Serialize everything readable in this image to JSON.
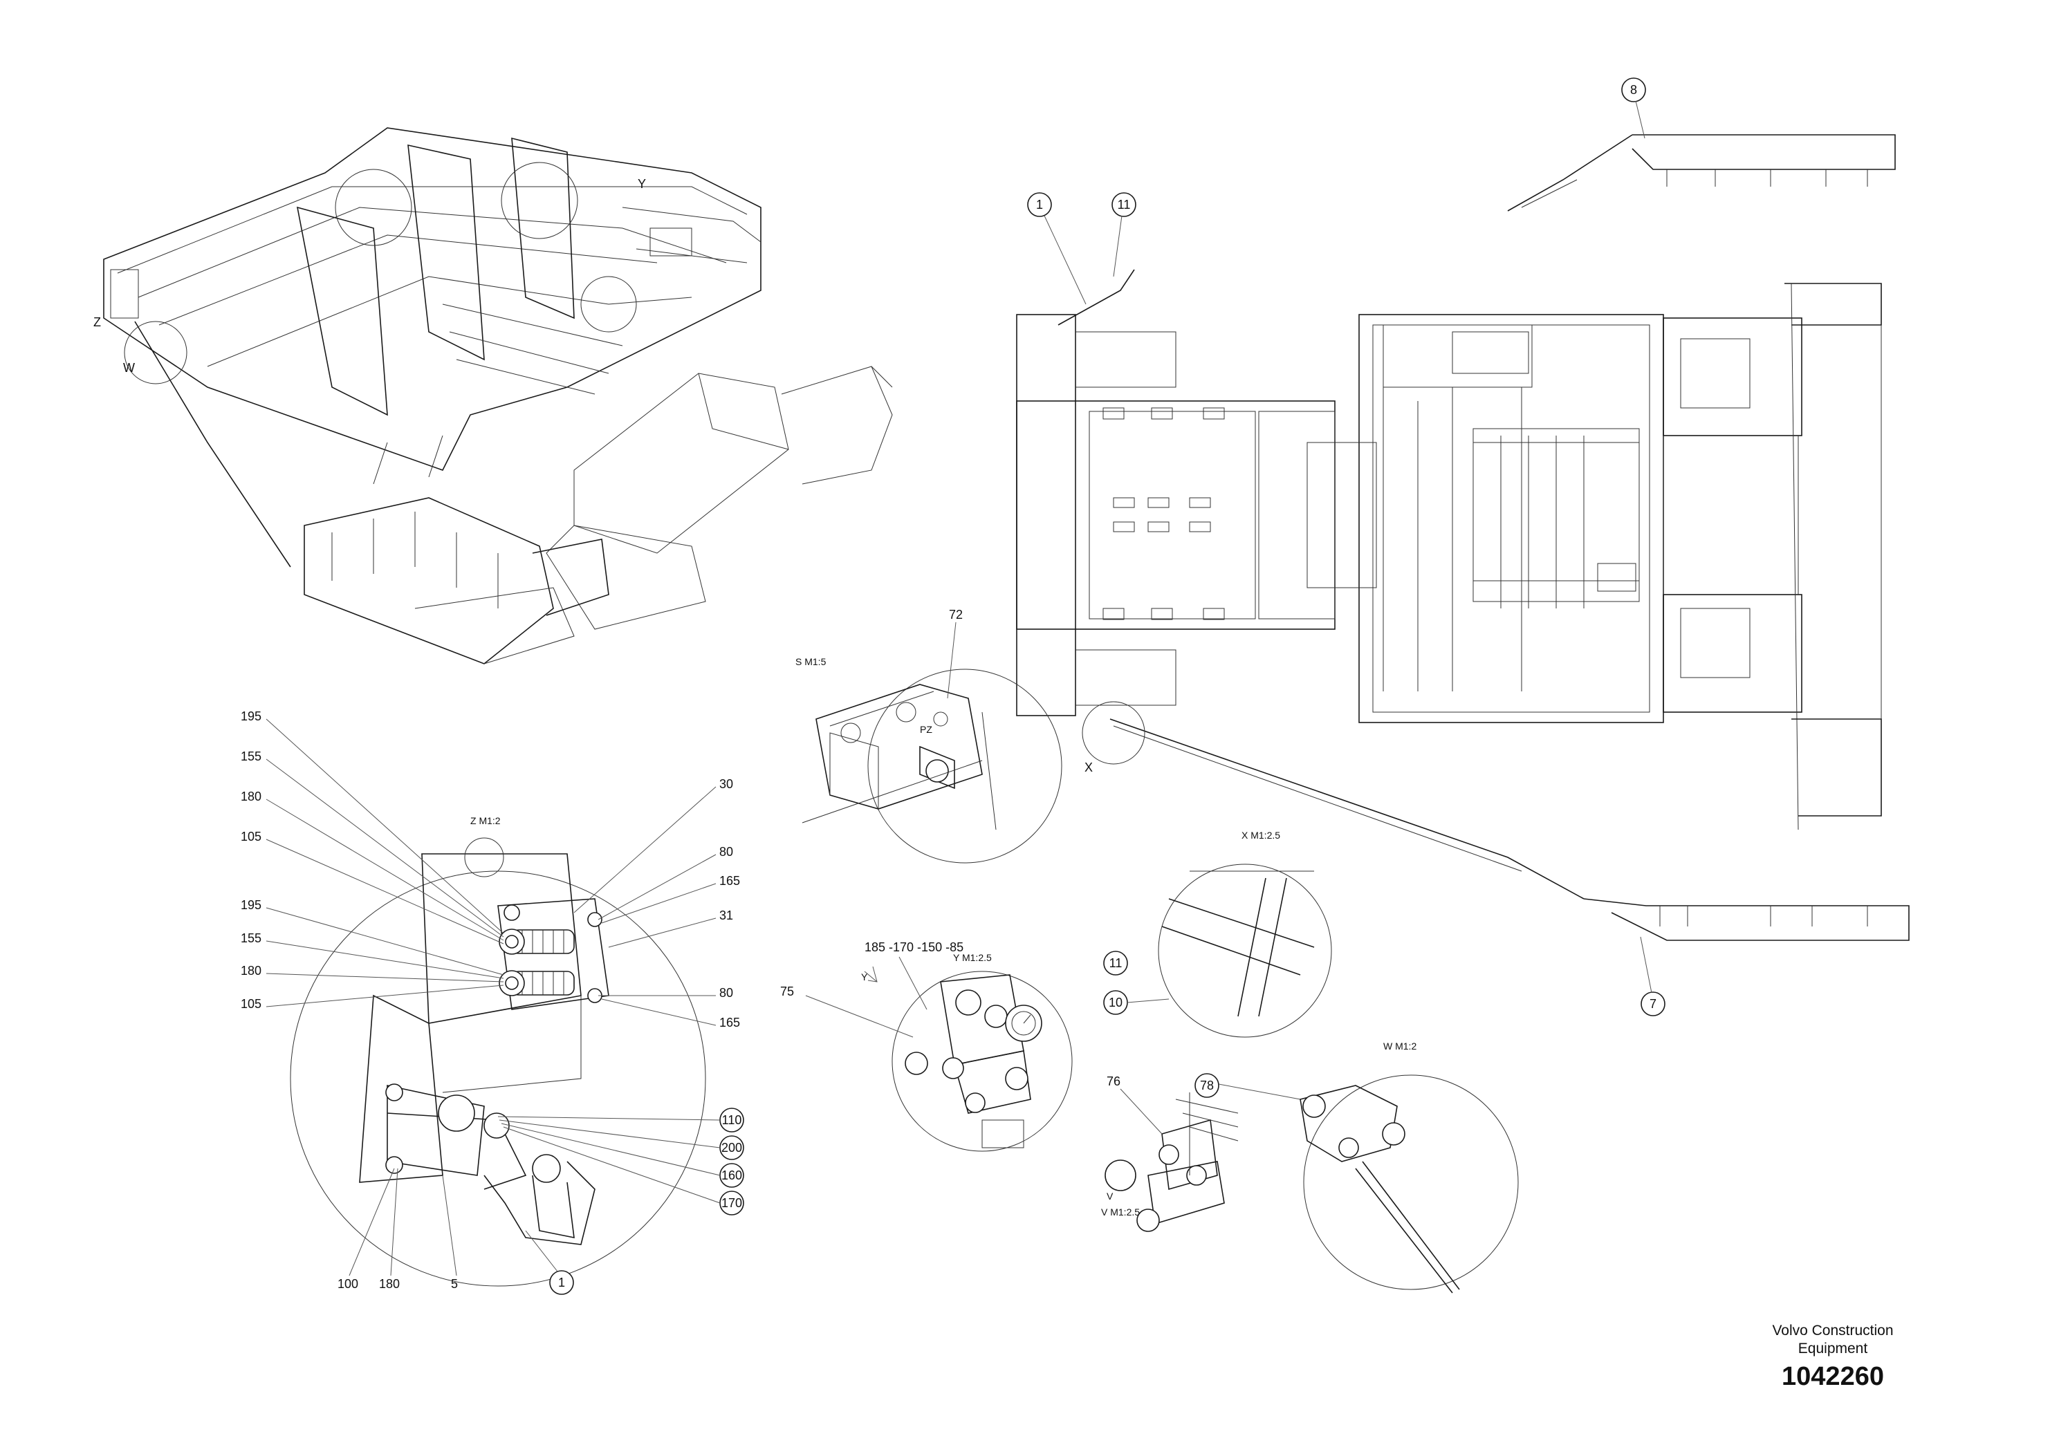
{
  "company": {
    "line1": "Volvo Construction",
    "line2": "Equipment"
  },
  "document_number": "1042260",
  "view_markers": {
    "z": "Z",
    "w": "W",
    "y": "Y",
    "x": "X",
    "v": "V"
  },
  "detail_views": {
    "s": "S M1:5",
    "z": "Z M1:2",
    "x": "X M1:2.5",
    "y": "Y M1:2.5",
    "w": "W M1:2",
    "v": "V M1:2.5"
  },
  "pressure_port": "PZ",
  "balloons": [
    "1",
    "11",
    "8",
    "7",
    "10",
    "11",
    "78",
    "110",
    "200",
    "160",
    "170",
    "1"
  ],
  "labels": {
    "l195a": "195",
    "l155a": "155",
    "l180a": "180",
    "l105a": "105",
    "l195b": "195",
    "l155b": "155",
    "l180b": "180",
    "l105b": "105",
    "l30": "30",
    "l80a": "80",
    "l165a": "165",
    "l31": "31",
    "l80b": "80",
    "l165b": "165",
    "l100": "100",
    "l180c": "180",
    "l5": "5",
    "l72": "72",
    "l75": "75",
    "l76": "76",
    "seq": "185 -170 -150 -85"
  }
}
